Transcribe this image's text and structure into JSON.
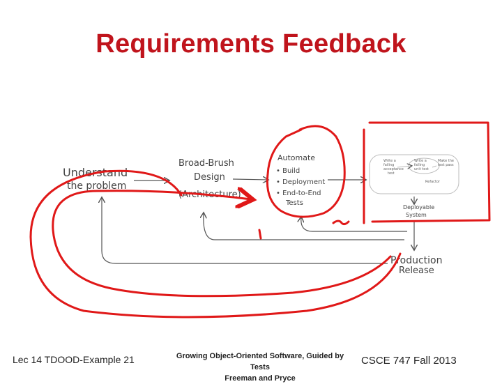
{
  "slide": {
    "title": "Requirements Feedback"
  },
  "diagram": {
    "understand_line1": "Understand",
    "understand_line2": "the problem",
    "broad_line1": "Broad-Brush",
    "broad_line2": "Design",
    "broad_line3": "(Architecture)",
    "automate_title": "Automate",
    "automate_items": [
      "• Build",
      "• Deployment",
      "• End-to-End"
    ],
    "automate_tail": "Tests",
    "cycle_write_failing": [
      "Write a",
      "failing",
      "acceptance",
      "test"
    ],
    "cycle_write_unit": [
      "Write a",
      "failing",
      "unit test"
    ],
    "cycle_make_pass": [
      "Make the",
      "test pass"
    ],
    "cycle_refactor": "Refactor",
    "deployable_line1": "Deployable",
    "deployable_line2": "System",
    "production_line1": "Production",
    "production_line2": "Release",
    "colors": {
      "title": "#c0141c",
      "annotation": "#e01818",
      "sketch": "#555555"
    }
  },
  "footer": {
    "left": "Lec 14 TDOOD-Example 21",
    "middle_line1": "Growing Object-Oriented Software, Guided by Tests",
    "middle_line2": "Freeman and Pryce",
    "right": "CSCE 747 Fall 2013"
  }
}
